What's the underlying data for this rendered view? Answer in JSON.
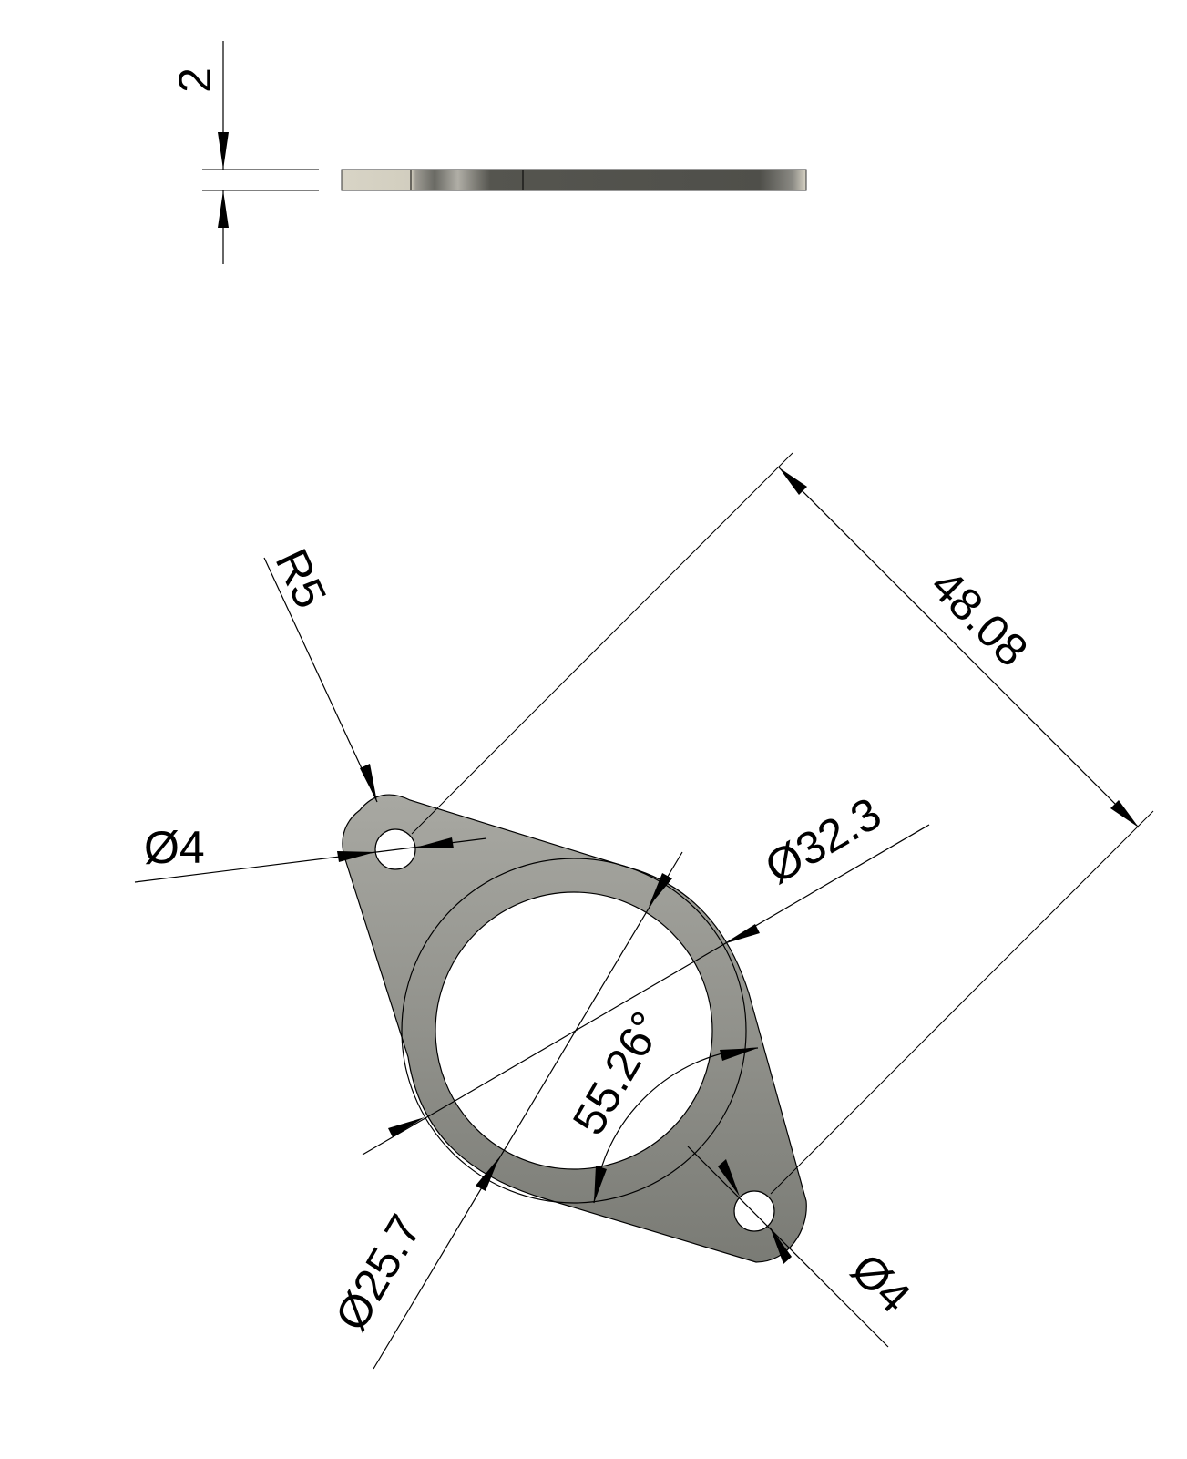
{
  "side_view": {
    "thickness_label": "2"
  },
  "top_view": {
    "radius_label": "R5",
    "hole_top_label": "Ø4",
    "hole_bottom_label": "Ø4",
    "outer_dia_label": "Ø32.3",
    "inner_dia_label": "Ø25.7",
    "center_distance_label": "48.08",
    "angle_label": "55.26°"
  },
  "colors": {
    "part_fill_light": "#a5a59f",
    "part_fill_dark": "#7d7e78",
    "side_light": "#d6d2c4",
    "side_dark": "#55554f"
  }
}
